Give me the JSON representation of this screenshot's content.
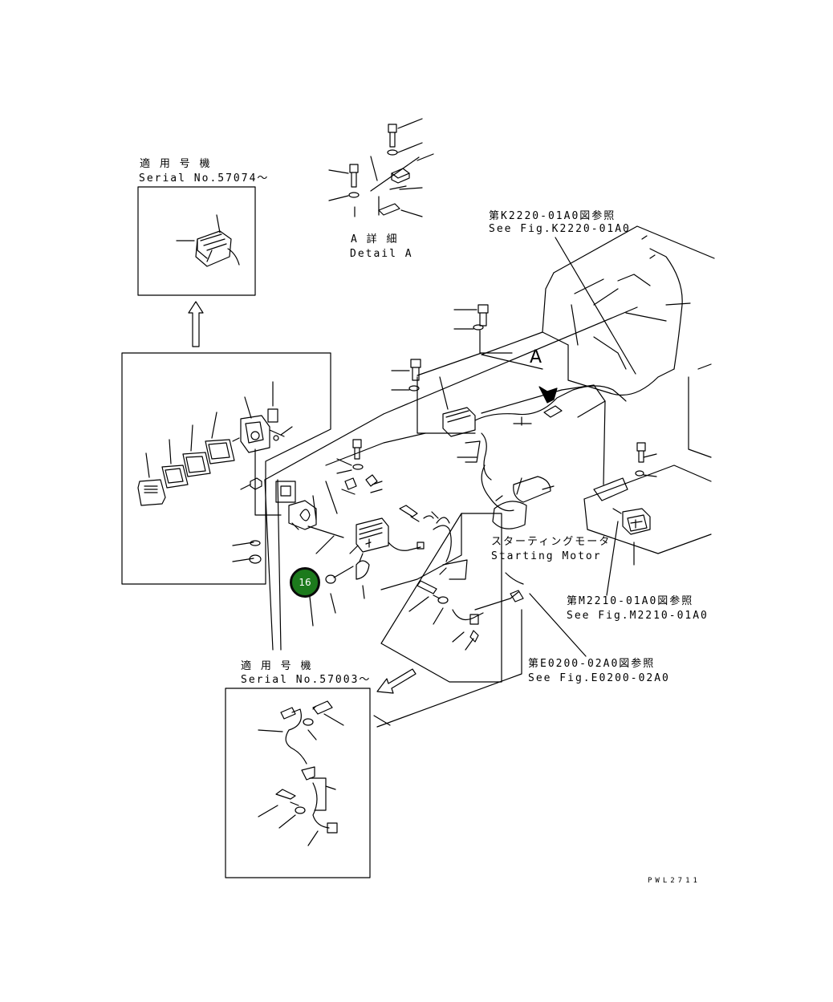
{
  "labels": {
    "serial_top_jp": "適 用 号 機",
    "serial_top_en": "Serial No.57074～",
    "detail_a_jp": "A 詳 細",
    "detail_a_en": "Detail A",
    "ref_k2220_jp": "第K2220-01A0図参照",
    "ref_k2220_en": "See Fig.K2220-01A0",
    "starting_motor_jp": "スターティングモータ",
    "starting_motor_en": "Starting Motor",
    "ref_m2210_jp": "第M2210-01A0図参照",
    "ref_m2210_en": "See Fig.M2210-01A0",
    "ref_e0200_jp": "第E0200-02A0図参照",
    "ref_e0200_en": "See Fig.E0200-02A0",
    "serial_bottom_jp": "適 用 号 機",
    "serial_bottom_en": "Serial No.57003～",
    "marker_a": "A",
    "drawing_code": "PWL2711"
  },
  "callouts": [
    {
      "number": "16",
      "color": "#1c7a1c"
    }
  ]
}
